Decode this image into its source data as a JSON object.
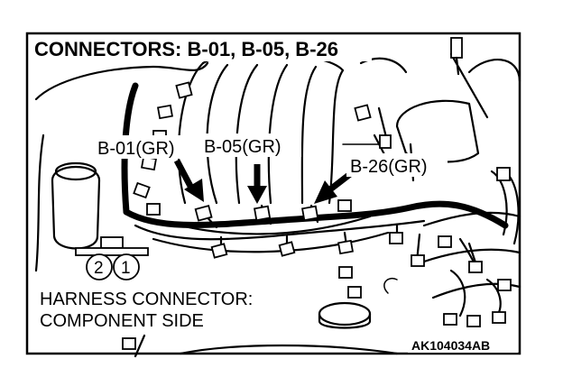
{
  "title": "CONNECTORS: B-01, B-05, B-26",
  "callouts": [
    {
      "id": "b01",
      "label": "B-01(GR)"
    },
    {
      "id": "b05",
      "label": "B-05(GR)"
    },
    {
      "id": "b26",
      "label": "B-26(GR)"
    }
  ],
  "harness_note": {
    "line1": "HARNESS CONNECTOR:",
    "line2": "COMPONENT SIDE"
  },
  "connector_face": {
    "pins": [
      "2",
      "1"
    ]
  },
  "figure_code": "AK104034AB"
}
